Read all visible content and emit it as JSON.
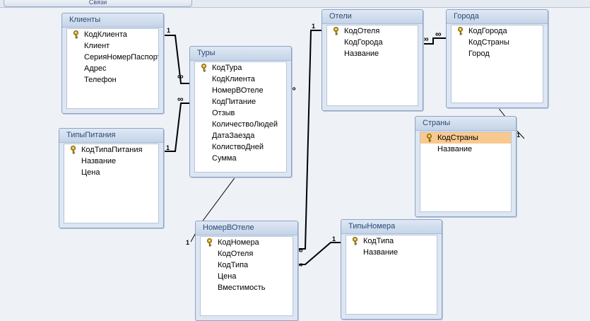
{
  "tab_label": "Связи",
  "tables": [
    {
      "id": "clients",
      "title": "Клиенты",
      "fields": [
        {
          "name": "КодКлиента",
          "key": true
        },
        {
          "name": "Клиент"
        },
        {
          "name": "СерияНомерПаспорта"
        },
        {
          "name": "Адрес"
        },
        {
          "name": "Телефон"
        }
      ]
    },
    {
      "id": "meal_types",
      "title": "ТипыПитания",
      "fields": [
        {
          "name": "КодТипаПитания",
          "key": true
        },
        {
          "name": "Название"
        },
        {
          "name": "Цена"
        }
      ]
    },
    {
      "id": "tours",
      "title": "Туры",
      "fields": [
        {
          "name": "КодТура",
          "key": true
        },
        {
          "name": "КодКлиента"
        },
        {
          "name": "НомерВОтеле"
        },
        {
          "name": "КодПитание"
        },
        {
          "name": "Отзыв"
        },
        {
          "name": "КоличествоЛюдей"
        },
        {
          "name": "ДатаЗаезда"
        },
        {
          "name": "КолиствоДней"
        },
        {
          "name": "Сумма"
        }
      ]
    },
    {
      "id": "hotels",
      "title": "Отели",
      "fields": [
        {
          "name": "КодОтеля",
          "key": true
        },
        {
          "name": "КодГорода"
        },
        {
          "name": "Название"
        }
      ]
    },
    {
      "id": "cities",
      "title": "Города",
      "fields": [
        {
          "name": "КодГорода",
          "key": true
        },
        {
          "name": "КодСтраны"
        },
        {
          "name": "Город"
        }
      ]
    },
    {
      "id": "countries",
      "title": "Страны",
      "fields": [
        {
          "name": "КодСтраны",
          "key": true,
          "selected": true
        },
        {
          "name": "Название"
        }
      ]
    },
    {
      "id": "hotel_rooms",
      "title": "НомерВОтеле",
      "fields": [
        {
          "name": "КодНомера",
          "key": true
        },
        {
          "name": "КодОтеля"
        },
        {
          "name": "КодТипа"
        },
        {
          "name": "Цена"
        },
        {
          "name": "Вместимость"
        }
      ]
    },
    {
      "id": "room_types",
      "title": "ТипыНомера",
      "fields": [
        {
          "name": "КодТипа",
          "key": true
        },
        {
          "name": "Название"
        }
      ]
    }
  ],
  "relationship_labels": {
    "one": "1",
    "many": "∞"
  }
}
